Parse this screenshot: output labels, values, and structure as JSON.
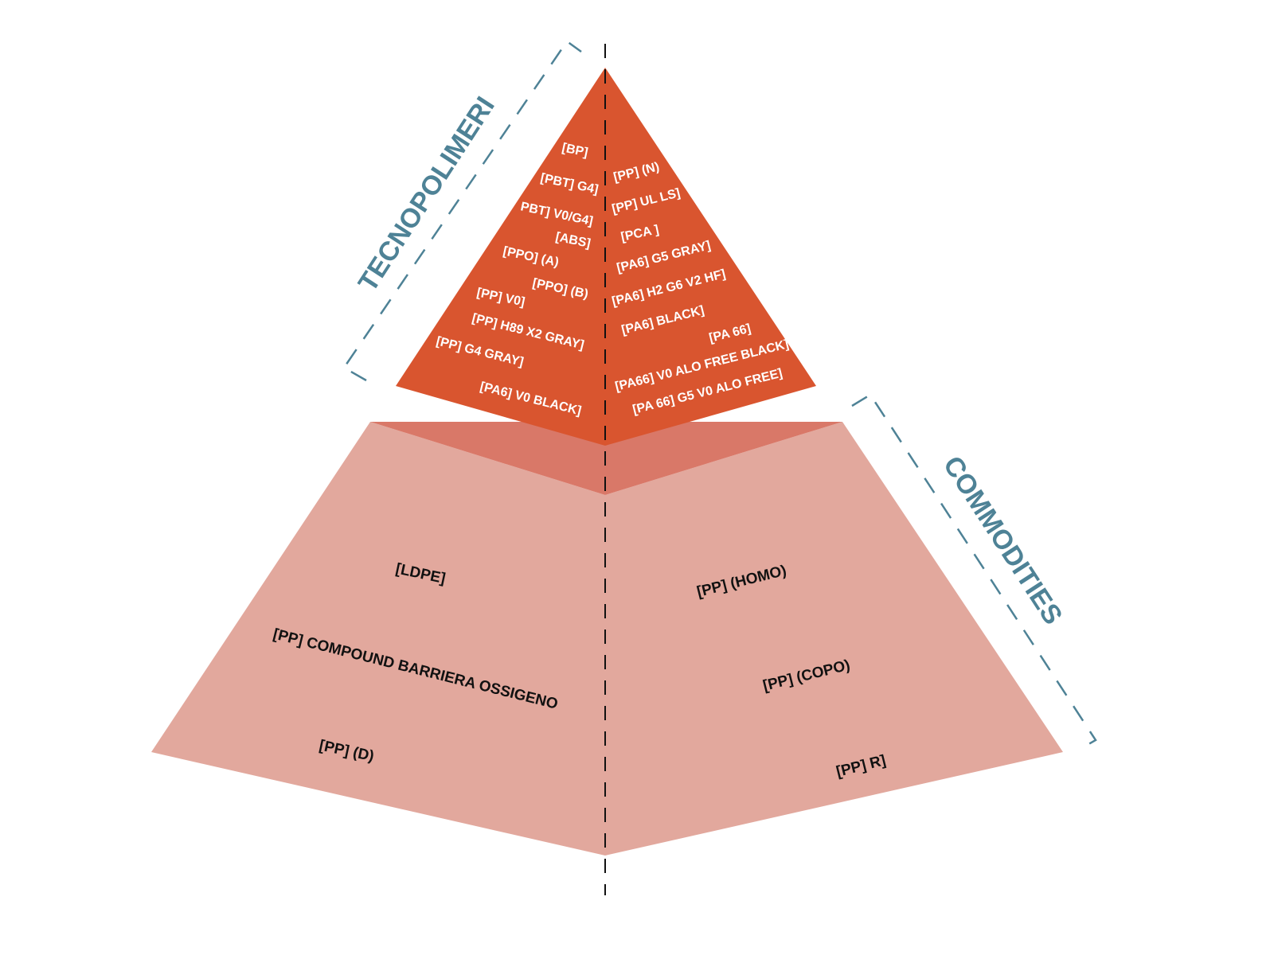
{
  "colors": {
    "top": "#D9552F",
    "mid": "#D97868",
    "base": "#E2A89D",
    "accent": "#4E8296"
  },
  "side_labels": {
    "top": "TECNOPOLIMERI",
    "bottom": "COMMODITIES"
  },
  "top_left": [
    "[BP]",
    "[PBT] G4]",
    "PBT] V0/G4]",
    "[ABS]",
    "[PPO] (A)",
    "[PPO] (B)",
    "[PP] V0]",
    "[PP] H89 X2 GRAY]",
    "[PP] G4 GRAY]",
    "[PA6] V0 BLACK]"
  ],
  "top_right": [
    "[PP] (N)",
    "[PP] UL LS]",
    "[PCA ]",
    "[PA6] G5 GRAY]",
    "[PA6] H2 G6 V2 HF]",
    "[PA6] BLACK]",
    "[PA 66]",
    "[PA66] V0 ALO FREE BLACK]",
    "[PA 66] G5 V0 ALO FREE]"
  ],
  "bottom_left": [
    "[LDPE]",
    "[PP] COMPOUND BARRIERA OSSIGENO",
    "[PP] (D)"
  ],
  "bottom_right": [
    "[PP] (HOMO)",
    "[PP] (COPO)",
    "[PP] R]"
  ]
}
